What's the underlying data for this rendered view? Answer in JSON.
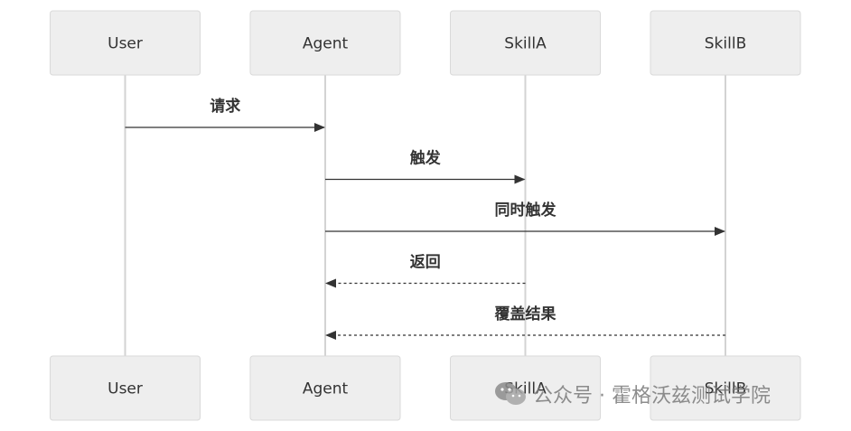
{
  "diagram": {
    "type": "sequence",
    "participants": [
      {
        "id": "user",
        "label": "User"
      },
      {
        "id": "agent",
        "label": "Agent"
      },
      {
        "id": "skilla",
        "label": "SkillA"
      },
      {
        "id": "skillb",
        "label": "SkillB"
      }
    ],
    "messages": [
      {
        "from": "user",
        "to": "agent",
        "label": "请求",
        "style": "solid"
      },
      {
        "from": "agent",
        "to": "skilla",
        "label": "触发",
        "style": "solid"
      },
      {
        "from": "agent",
        "to": "skillb",
        "label": "同时触发",
        "style": "solid"
      },
      {
        "from": "skilla",
        "to": "agent",
        "label": "返回",
        "style": "dashed"
      },
      {
        "from": "skillb",
        "to": "agent",
        "label": "覆盖结果",
        "style": "dashed"
      }
    ],
    "colors": {
      "box_fill": "#eeeeee",
      "box_border": "#d9d9d9",
      "lifeline": "#d3d3d3",
      "arrow": "#333333",
      "text": "#333333"
    }
  },
  "watermark": {
    "icon": "wechat-icon",
    "text": "公众号 · 霍格沃兹测试学院"
  }
}
